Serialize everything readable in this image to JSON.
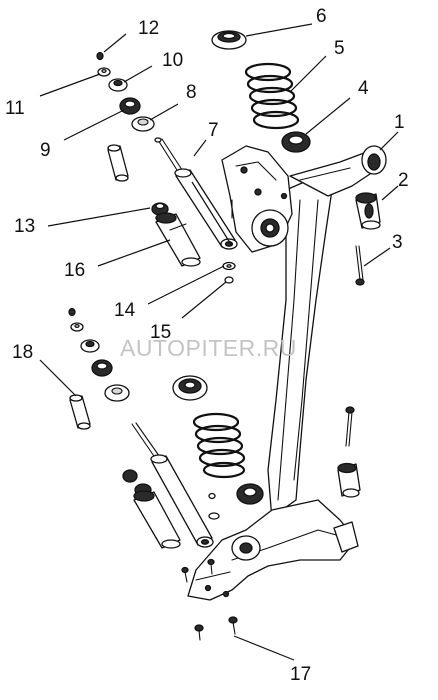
{
  "watermark": "AUTOPITER.RU",
  "callouts": [
    {
      "id": "label-1",
      "text": "1"
    },
    {
      "id": "label-2",
      "text": "2"
    },
    {
      "id": "label-3",
      "text": "3"
    },
    {
      "id": "label-4",
      "text": "4"
    },
    {
      "id": "label-5",
      "text": "5"
    },
    {
      "id": "label-6",
      "text": "6"
    },
    {
      "id": "label-7",
      "text": "7"
    },
    {
      "id": "label-8",
      "text": "8"
    },
    {
      "id": "label-9",
      "text": "9"
    },
    {
      "id": "label-10",
      "text": "10"
    },
    {
      "id": "label-11",
      "text": "11"
    },
    {
      "id": "label-12",
      "text": "12"
    },
    {
      "id": "label-13",
      "text": "13"
    },
    {
      "id": "label-14",
      "text": "14"
    },
    {
      "id": "label-15",
      "text": "15"
    },
    {
      "id": "label-16",
      "text": "16"
    },
    {
      "id": "label-17",
      "text": "17"
    },
    {
      "id": "label-18",
      "text": "18"
    }
  ]
}
